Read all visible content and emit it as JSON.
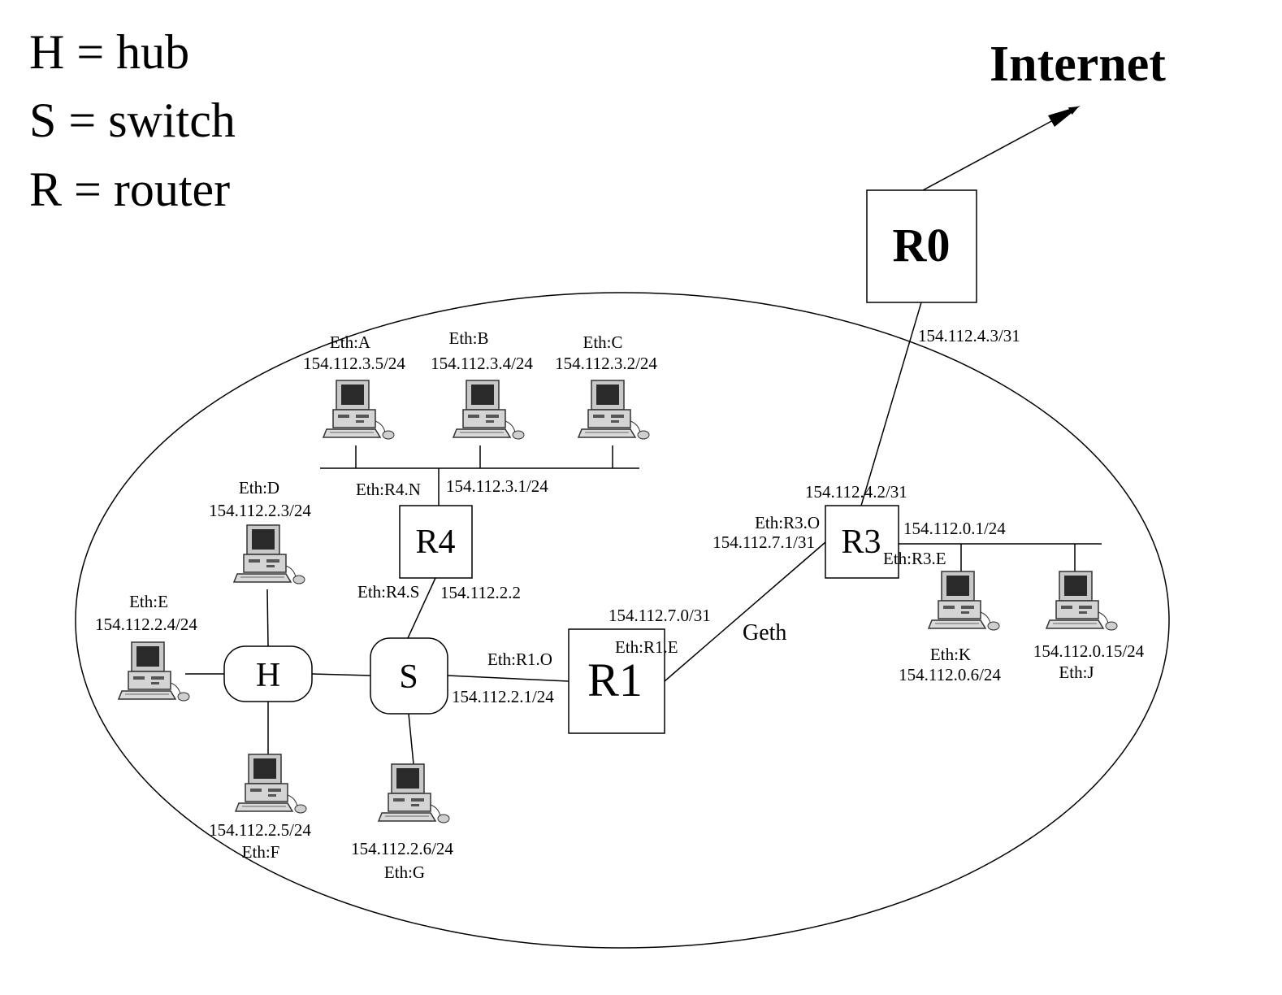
{
  "legend": {
    "hub": "H = hub",
    "switch": "S = switch",
    "router": "R = router"
  },
  "internet_label": "Internet",
  "nodes": {
    "r0": "R0",
    "r1": "R1",
    "r3": "R3",
    "r4": "R4",
    "hub": "H",
    "switch": "S"
  },
  "hosts": {
    "a": {
      "eth": "Eth:A",
      "ip": "154.112.3.5/24"
    },
    "b": {
      "eth": "Eth:B",
      "ip": "154.112.3.4/24"
    },
    "c": {
      "eth": "Eth:C",
      "ip": "154.112.3.2/24"
    },
    "d": {
      "eth": "Eth:D",
      "ip": "154.112.2.3/24"
    },
    "e": {
      "eth": "Eth:E",
      "ip": "154.112.2.4/24"
    },
    "f": {
      "eth": "Eth:F",
      "ip": "154.112.2.5/24"
    },
    "g": {
      "eth": "Eth:G",
      "ip": "154.112.2.6/24"
    },
    "k": {
      "eth": "Eth:K",
      "ip": "154.112.0.6/24"
    },
    "j": {
      "eth": "Eth:J",
      "ip": "154.112.0.15/24"
    }
  },
  "interfaces": {
    "r0_ip": "154.112.4.3/31",
    "r3_up_ip": "154.112.4.2/31",
    "r3_o_eth": "Eth:R3.O",
    "r3_o_ip": "154.112.7.1/31",
    "r3_e_ip": "154.112.0.1/24",
    "r3_e_eth": "Eth:R3.E",
    "r4_n_eth": "Eth:R4.N",
    "r4_n_ip": "154.112.3.1/24",
    "r4_s_eth": "Eth:R4.S",
    "r4_s_ip": "154.112.2.2",
    "r1_e_ip": "154.112.7.0/31",
    "r1_e_eth": "Eth:R1.E",
    "r1_o_eth": "Eth:R1.O",
    "r1_o_ip": "154.112.2.1/24",
    "geth": "Geth"
  }
}
